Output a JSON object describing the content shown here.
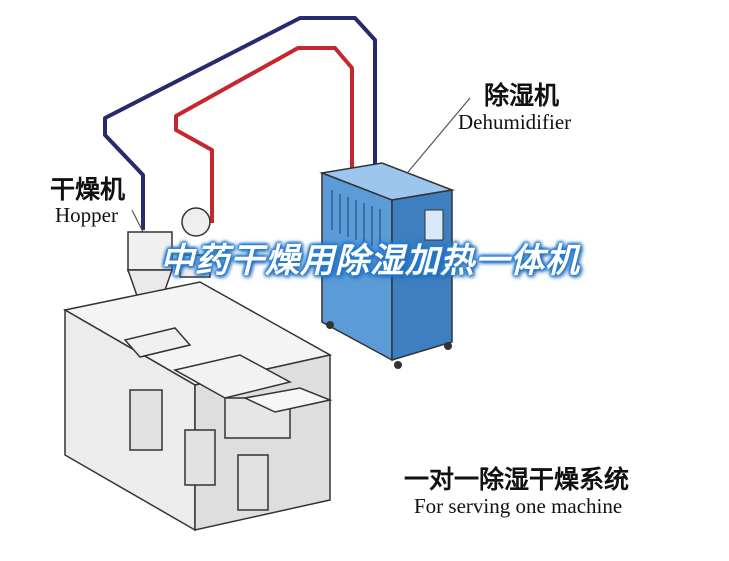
{
  "labels": {
    "dehumidifier_zh": "除湿机",
    "dehumidifier_en": "Dehumidifier",
    "hopper_zh": "干燥机",
    "hopper_en": "Hopper",
    "system_zh": "一对一除湿干燥系统",
    "system_en": "For serving one machine"
  },
  "overlay_title": "中药干燥用除湿加热一体机",
  "colors": {
    "supply_pipe": "#c6262e",
    "return_pipe": "#262a6e",
    "dehumidifier_body": "#5a9bd8",
    "machine_body": "#ececec",
    "outline": "#333333",
    "title_glow": "#2a7fd0"
  }
}
